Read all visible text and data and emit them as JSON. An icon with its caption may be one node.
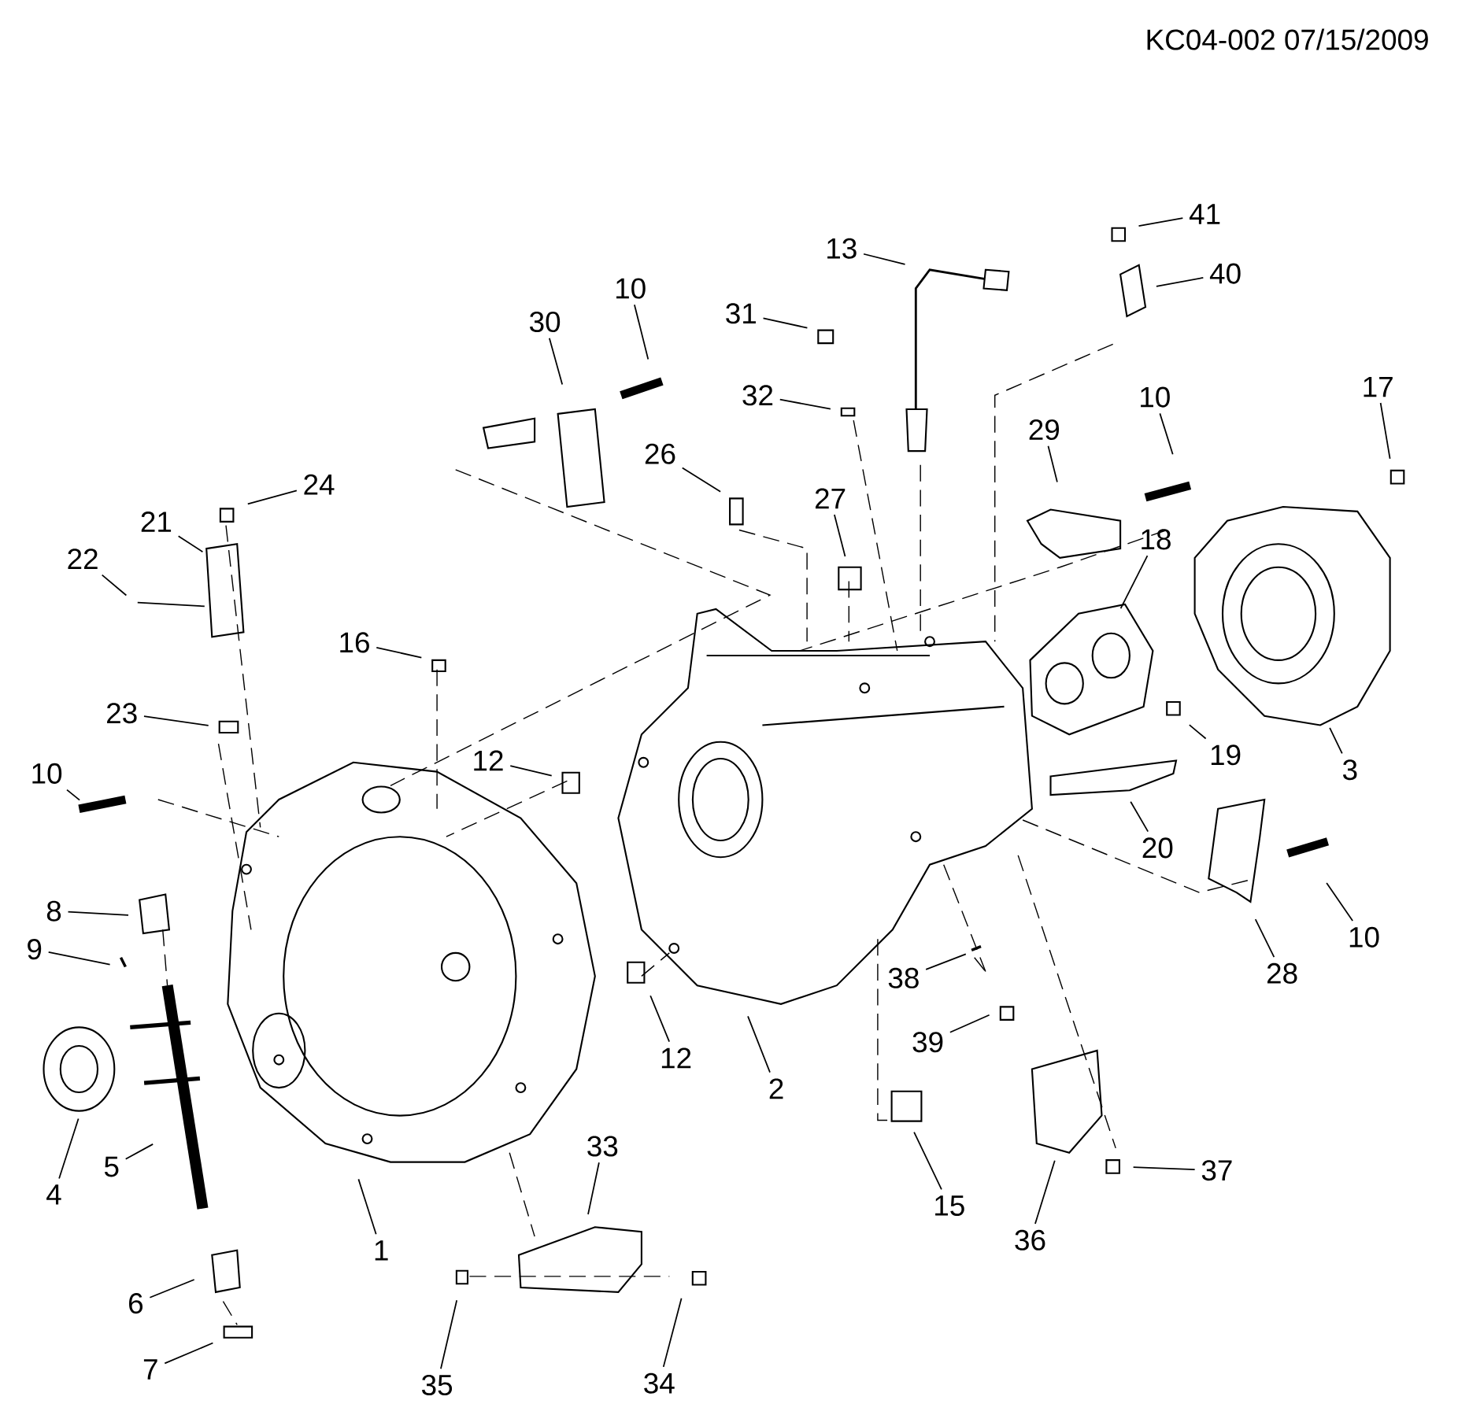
{
  "diagram": {
    "nodes": [
      {
        "text": [
          "41"
        ]
      },
      {
        "text": [
          "40"
        ]
      },
      {
        "text": [
          "13"
        ]
      },
      {
        "text": [
          "10"
        ]
      },
      {
        "text": [
          "30"
        ]
      },
      {
        "text": [
          "31"
        ]
      },
      {
        "text": [
          "32"
        ]
      },
      {
        "text": [
          "29"
        ]
      },
      {
        "text": [
          "10"
        ]
      },
      {
        "text": [
          "17"
        ]
      },
      {
        "text": [
          "26"
        ]
      },
      {
        "text": [
          "27"
        ]
      },
      {
        "text": [
          "18"
        ]
      },
      {
        "text": [
          "24"
        ]
      },
      {
        "text": [
          "21"
        ]
      },
      {
        "text": [
          "22"
        ]
      },
      {
        "text": [
          "16"
        ]
      },
      {
        "text": [
          "23"
        ]
      },
      {
        "text": [
          "12"
        ]
      },
      {
        "text": [
          "10"
        ]
      },
      {
        "text": [
          "19"
        ]
      },
      {
        "text": [
          "3"
        ]
      },
      {
        "text": [
          "20"
        ]
      },
      {
        "text": [
          "8"
        ]
      },
      {
        "text": [
          "9"
        ]
      },
      {
        "text": [
          "10"
        ]
      },
      {
        "text": [
          "28"
        ]
      },
      {
        "text": [
          "38"
        ]
      },
      {
        "text": [
          "12"
        ]
      },
      {
        "text": [
          "2"
        ]
      },
      {
        "text": [
          "39"
        ]
      },
      {
        "text": [
          "5"
        ]
      },
      {
        "text": [
          "4"
        ]
      },
      {
        "text": [
          "1"
        ]
      },
      {
        "text": [
          "33"
        ]
      },
      {
        "text": [
          "15"
        ]
      },
      {
        "text": [
          "36"
        ]
      },
      {
        "text": [
          "37"
        ]
      },
      {
        "text": [
          "6"
        ]
      },
      {
        "text": [
          "7"
        ]
      },
      {
        "text": [
          "35"
        ]
      },
      {
        "text": [
          "34"
        ]
      }
    ],
    "edges": [
      {
        "from": 0,
        "to": null,
        "arrow": "none"
      },
      {
        "from": 1,
        "to": null,
        "arrow": "none"
      },
      {
        "from": 2,
        "to": null,
        "arrow": "none"
      },
      {
        "from": 3,
        "to": null,
        "arrow": "none"
      },
      {
        "from": 4,
        "to": null,
        "arrow": "none"
      },
      {
        "from": 5,
        "to": null,
        "arrow": "none"
      },
      {
        "from": 6,
        "to": null,
        "arrow": "none"
      },
      {
        "from": 7,
        "to": null,
        "arrow": "none"
      },
      {
        "from": 8,
        "to": null,
        "arrow": "none"
      },
      {
        "from": 9,
        "to": null,
        "arrow": "none"
      },
      {
        "from": 10,
        "to": null,
        "arrow": "none"
      },
      {
        "from": 11,
        "to": null,
        "arrow": "none"
      },
      {
        "from": 12,
        "to": null,
        "arrow": "none"
      },
      {
        "from": 13,
        "to": null,
        "arrow": "none"
      },
      {
        "from": 14,
        "to": null,
        "arrow": "none"
      },
      {
        "from": 15,
        "to": null,
        "arrow": "none"
      },
      {
        "from": 16,
        "to": null,
        "arrow": "none"
      },
      {
        "from": 17,
        "to": null,
        "arrow": "none"
      },
      {
        "from": 18,
        "to": null,
        "arrow": "none"
      },
      {
        "from": 19,
        "to": null,
        "arrow": "none"
      },
      {
        "from": 20,
        "to": null,
        "arrow": "none"
      },
      {
        "from": 21,
        "to": null,
        "arrow": "none"
      },
      {
        "from": 22,
        "to": null,
        "arrow": "none"
      },
      {
        "from": 23,
        "to": null,
        "arrow": "none"
      },
      {
        "from": 24,
        "to": null,
        "arrow": "none"
      },
      {
        "from": 25,
        "to": null,
        "arrow": "none"
      },
      {
        "from": 26,
        "to": null,
        "arrow": "none"
      },
      {
        "from": 27,
        "to": null,
        "arrow": "none"
      },
      {
        "from": 28,
        "to": null,
        "arrow": "none"
      },
      {
        "from": 29,
        "to": null,
        "arrow": "none"
      },
      {
        "from": 30,
        "to": null,
        "arrow": "none"
      },
      {
        "from": 31,
        "to": null,
        "arrow": "none"
      },
      {
        "from": 32,
        "to": null,
        "arrow": "none"
      },
      {
        "from": 33,
        "to": null,
        "arrow": "none"
      },
      {
        "from": 34,
        "to": null,
        "arrow": "none"
      },
      {
        "from": 35,
        "to": null,
        "arrow": "none"
      },
      {
        "from": 36,
        "to": null,
        "arrow": "none"
      },
      {
        "from": 37,
        "to": null,
        "arrow": "none"
      },
      {
        "from": 38,
        "to": null,
        "arrow": "none"
      },
      {
        "from": 39,
        "to": null,
        "arrow": "none"
      },
      {
        "from": 40,
        "to": null,
        "arrow": "none"
      },
      {
        "from": 41,
        "to": null,
        "arrow": "none"
      }
    ],
    "labels": [
      "KC04-002 07/15/2009"
    ]
  }
}
